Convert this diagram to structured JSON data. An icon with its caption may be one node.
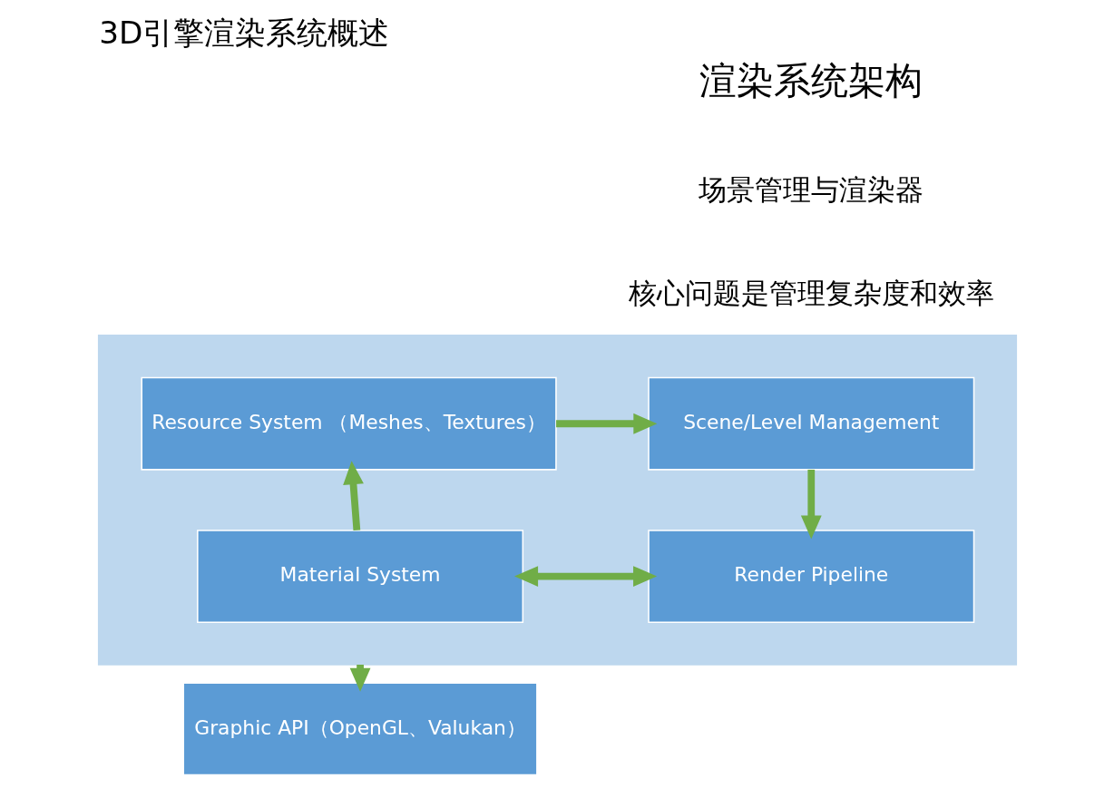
{
  "diagram": {
    "title": "3D引擎渲染系统概述",
    "nodes": [
      {
        "text": [],
        "shape": "box"
      },
      {
        "text": [
          "Scene/Level Management"
        ],
        "in": 0
      },
      {
        "text": [
          "Resource System （Meshes、Textures）"
        ],
        "in": 0
      },
      {
        "text": [
          "Render Pipeline"
        ],
        "in": 0
      },
      {
        "text": [
          "Material System"
        ],
        "in": 0
      },
      {
        "text": [
          "Graphic API（OpenGL、Valukan）"
        ]
      }
    ],
    "edges": [
      {
        "from": 2,
        "to": 1,
        "arrow": "to"
      },
      {
        "from": 1,
        "to": 3,
        "arrow": "to"
      },
      {
        "from": 3,
        "to": 4,
        "arrow": "both"
      },
      {
        "from": 4,
        "to": 2,
        "arrow": "to"
      },
      {
        "from": 0,
        "to": 5,
        "arrow": "to"
      }
    ],
    "labels": [
      "渲染系统架构",
      "场景管理与渲染器",
      "核心问题是管理复杂度和效率"
    ]
  }
}
